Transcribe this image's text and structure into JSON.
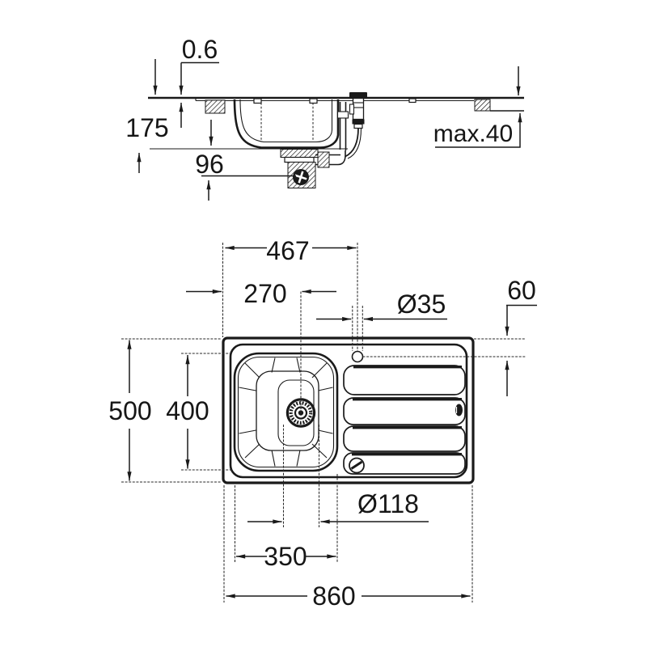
{
  "drawing": {
    "title": "sink-installation-drawing",
    "section_view": {
      "labels": {
        "rim_height": "0.6",
        "bowl_depth": "175",
        "trap_depth": "96",
        "worktop_max": "max.40"
      }
    },
    "plan_view": {
      "labels": {
        "faucet_from_left": "467",
        "drain_from_left": "270",
        "faucet_hole_dia": "Ø35",
        "faucet_from_edge": "60",
        "overall_depth": "500",
        "bowl_length": "400",
        "drain_dia": "Ø118",
        "bowl_width": "350",
        "overall_width": "860"
      }
    },
    "line_color": "#1a1a1a",
    "background_color": "#ffffff"
  }
}
